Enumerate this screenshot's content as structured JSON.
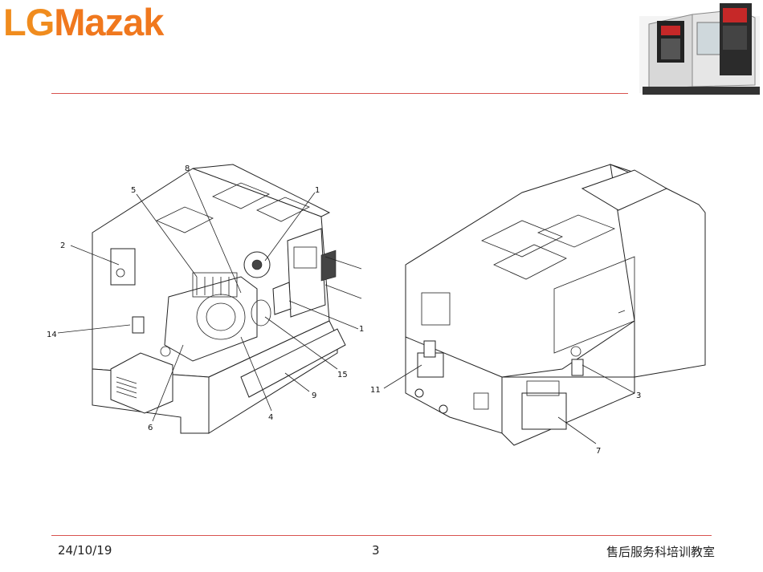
{
  "header": {
    "logo_text_lg": "LG",
    "logo_text_mazak": "Mazak",
    "brand_colors": {
      "logo": "#f0781e",
      "rule": "#d9534f"
    }
  },
  "diagram": {
    "left_callouts": [
      "8",
      "5",
      "1",
      "2",
      "14",
      "1",
      "15",
      "9",
      "4",
      "6"
    ],
    "right_callouts": [
      "11",
      "3",
      "7"
    ]
  },
  "footer": {
    "date": "24/10/19",
    "page_number": "3",
    "department": "售后服务科培训教室"
  }
}
